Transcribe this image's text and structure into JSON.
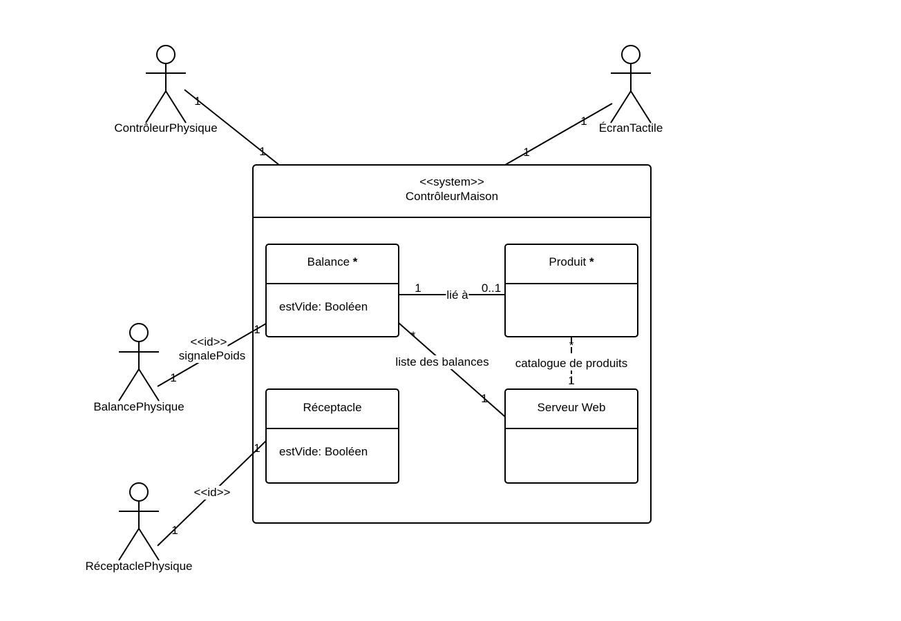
{
  "system": {
    "stereotype": "<<system>>",
    "name": "ContrôleurMaison"
  },
  "actors": {
    "controleur_physique": "ContrôleurPhysique",
    "ecran_tactile": "ÉcranTactile",
    "balance_physique": "BalancePhysique",
    "receptacle_physique": "RéceptaclePhysique"
  },
  "classes": {
    "balance": {
      "name": "Balance",
      "mark": "*",
      "attribute": "estVide: Booléen"
    },
    "produit": {
      "name": "Produit",
      "mark": "*"
    },
    "receptacle": {
      "name": "Réceptacle",
      "attribute": "estVide: Booléen"
    },
    "serveur_web": {
      "name": "Serveur Web"
    }
  },
  "associations": {
    "lie_a": {
      "label": "lié à",
      "left_mult": "1",
      "right_mult": "0..1"
    },
    "liste_balances": {
      "label": "liste des balances",
      "top_mult": "*",
      "bottom_mult": "1"
    },
    "catalogue": {
      "label": "catalogue de produits",
      "top_mult": "*",
      "bottom_mult": "1"
    },
    "signale_poids": {
      "stereotype": "<<id>>",
      "label": "signalePoids",
      "actor_mult": "1",
      "class_mult": "1"
    },
    "receptacle_id": {
      "stereotype": "<<id>>",
      "actor_mult": "1",
      "class_mult": "1"
    },
    "controleur_link": {
      "actor_mult": "1",
      "system_mult": "1"
    },
    "ecran_link": {
      "actor_mult": "1",
      "system_mult": "1"
    }
  }
}
